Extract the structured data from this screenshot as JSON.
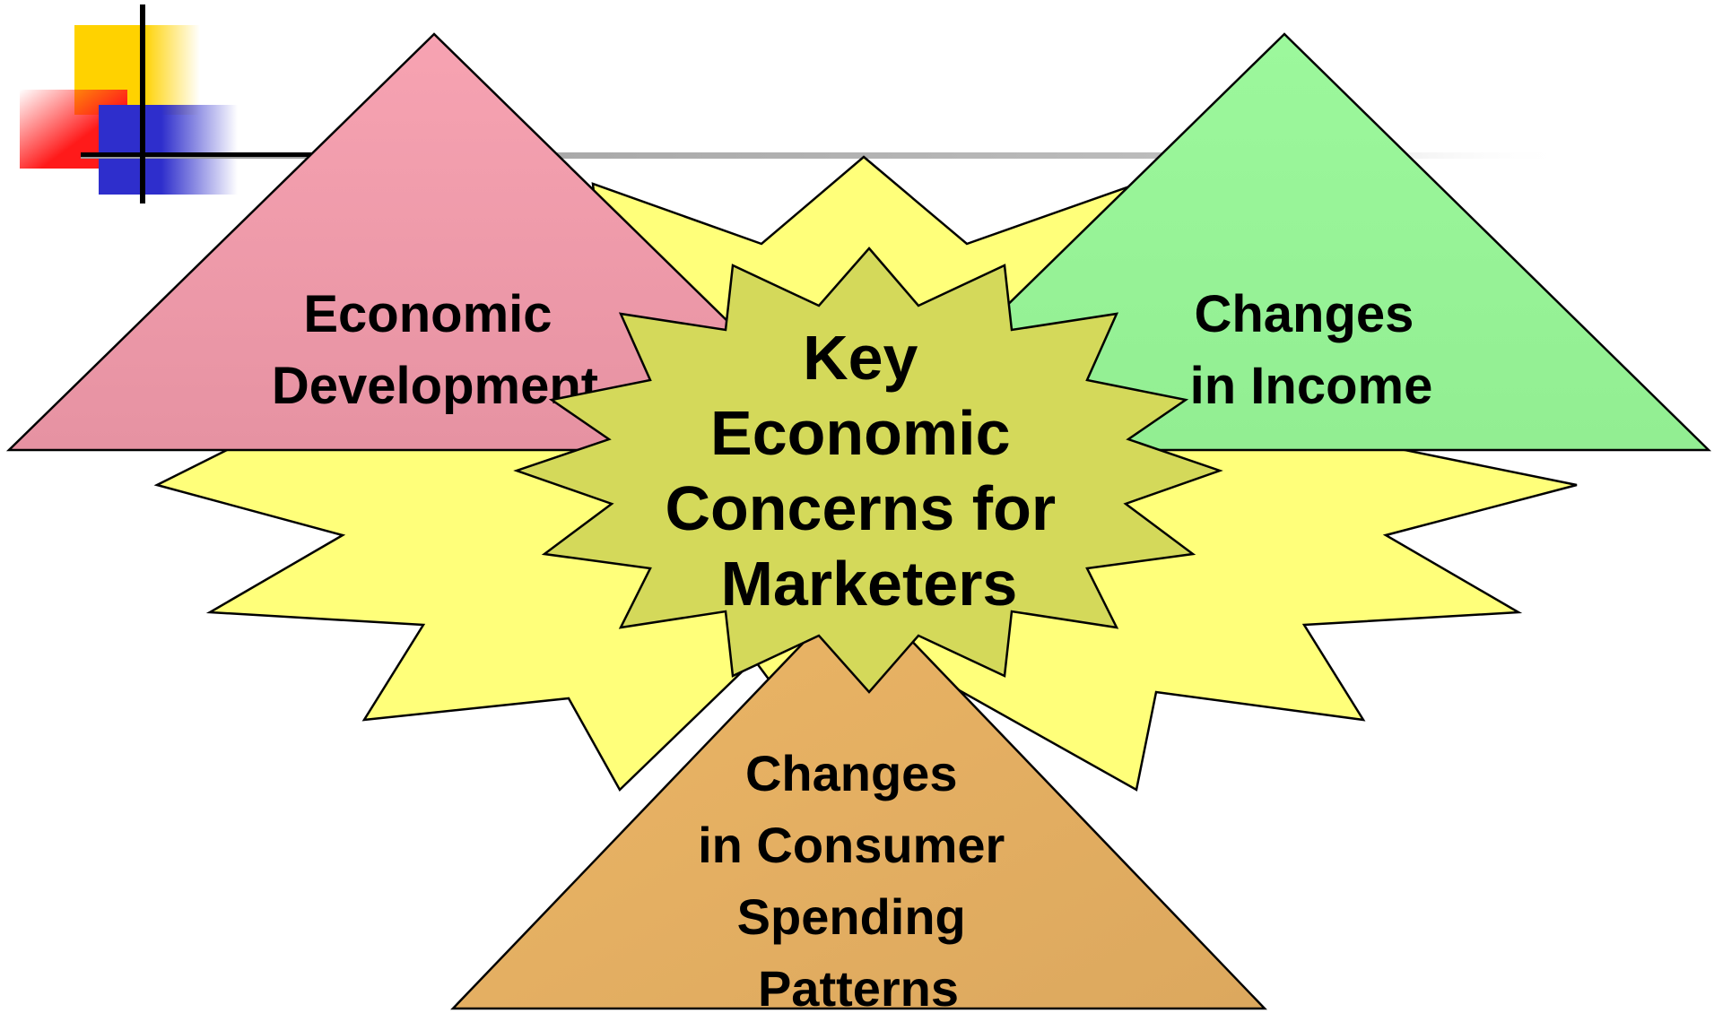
{
  "slide": {
    "decoration": {
      "name": "color-squares-logo",
      "colors": {
        "yellow": "#FFD200",
        "red": "#FF1A1A",
        "blue": "#2E2ECC",
        "line": "#000000"
      }
    }
  },
  "diagram": {
    "center": {
      "lines": [
        "Key",
        "Economic",
        "Concerns for",
        "Marketers"
      ],
      "fill": "#D4D95A"
    },
    "burst_fill": "#FFFF7A",
    "topics": [
      {
        "id": "economic-development",
        "lines": [
          "Economic",
          "Development"
        ],
        "fill": "#EE97A8"
      },
      {
        "id": "changes-income",
        "lines": [
          "Changes",
          "in Income"
        ],
        "fill": "#98F498"
      },
      {
        "id": "changes-consumer-spending",
        "lines": [
          "Changes",
          "in Consumer",
          "Spending",
          "Patterns"
        ],
        "fill": "#E8B062"
      }
    ]
  }
}
